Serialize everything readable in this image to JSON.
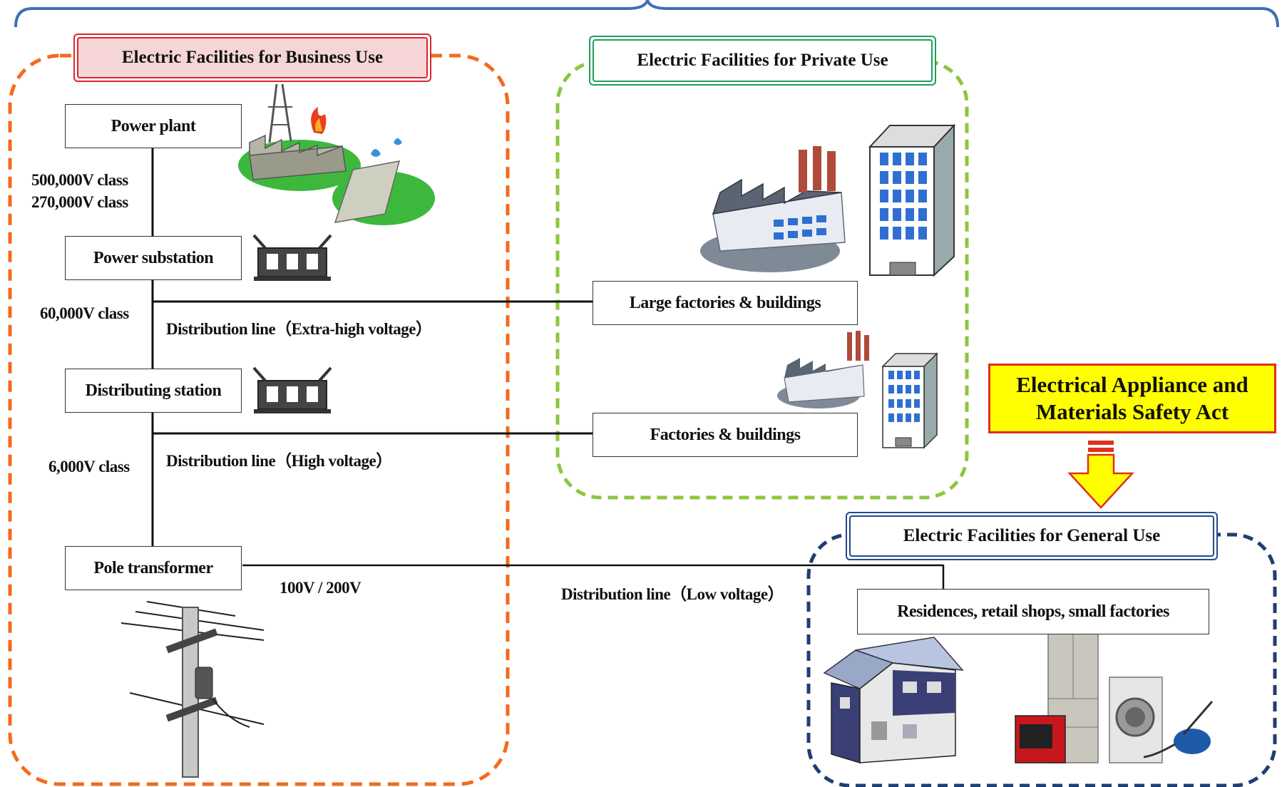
{
  "groups": {
    "business": "Electric Facilities  for Business Use",
    "private": "Electric Facilities  for Private Use",
    "general": "Electric Facilities  for General Use"
  },
  "nodes": {
    "power_plant": "Power plant",
    "power_substation": "Power substation",
    "distributing_station": "Distributing station",
    "pole_transformer": "Pole transformer",
    "large_factories": "Large factories & buildings",
    "factories": "Factories & buildings",
    "residences": "Residences, retail shops, small factories"
  },
  "voltages": {
    "v500k": "500,000V class",
    "v270k": "270,000V class",
    "v60k": "60,000V class",
    "v6k": "6,000V class",
    "v100_200": "100V / 200V"
  },
  "lines": {
    "extra_high": "Distribution line（Extra-high voltage）",
    "high": "Distribution line（High voltage）",
    "low": "Distribution line（Low voltage）"
  },
  "act": {
    "line1": "Electrical Appliance and",
    "line2": "Materials Safety Act"
  },
  "colors": {
    "business_border": "#f26b1d",
    "private_border": "#8cc63f",
    "general_border": "#1f3f73",
    "brace": "#3d6fb6",
    "act_fill": "#ffff00",
    "act_border": "#e0301e"
  },
  "icons": [
    "power-plant-icon",
    "substation-icon",
    "distributing-station-icon",
    "factory-building-icon",
    "utility-pole-icon",
    "house-icon",
    "appliances-icon",
    "down-arrow-icon"
  ]
}
